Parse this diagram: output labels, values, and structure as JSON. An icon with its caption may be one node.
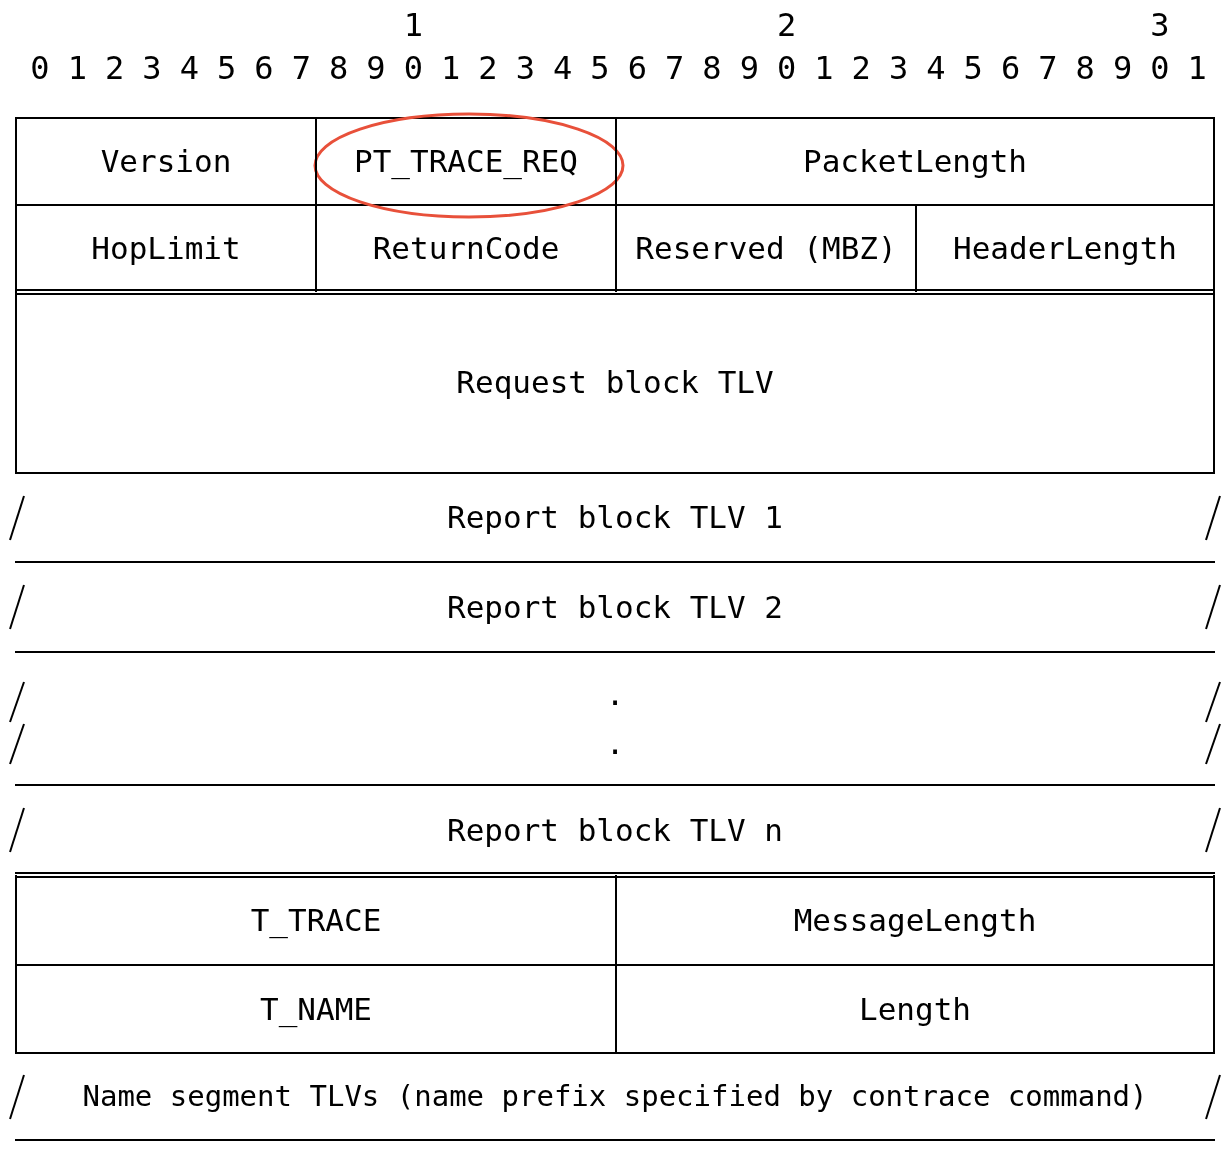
{
  "diagram": {
    "nodes": [
      {
        "text": [
          "Version"
        ]
      },
      {
        "text": [
          "PT_TRACE_REQ"
        ]
      },
      {
        "text": [
          "PacketLength"
        ]
      },
      {
        "text": [
          "HopLimit"
        ]
      },
      {
        "text": [
          "ReturnCode"
        ]
      },
      {
        "text": [
          "Reserved (MBZ)"
        ]
      },
      {
        "text": [
          "HeaderLength"
        ]
      },
      {
        "text": [
          "Request block TLV"
        ]
      },
      {
        "text": [
          "Report block TLV 1"
        ]
      },
      {
        "text": [
          "Report block TLV 2"
        ]
      },
      {
        "text": [
          ".",
          "."
        ]
      },
      {
        "text": [
          "Report block TLV n"
        ]
      },
      {
        "text": [
          "T_TRACE"
        ]
      },
      {
        "text": [
          "MessageLength"
        ]
      },
      {
        "text": [
          "T_NAME"
        ]
      },
      {
        "text": [
          "Length"
        ]
      },
      {
        "text": [
          "Name segment TLVs (name prefix specified by contrace command)"
        ]
      }
    ],
    "labels": [
      "1",
      "2",
      "3",
      "0",
      "1",
      "2",
      "3",
      "4",
      "5",
      "6",
      "7",
      "8",
      "9",
      "0",
      "1",
      "2",
      "3",
      "4",
      "5",
      "6",
      "7",
      "8",
      "9",
      "0",
      "1",
      "2",
      "3",
      "4",
      "5",
      "6",
      "7",
      "8",
      "9",
      "0",
      "1"
    ]
  }
}
